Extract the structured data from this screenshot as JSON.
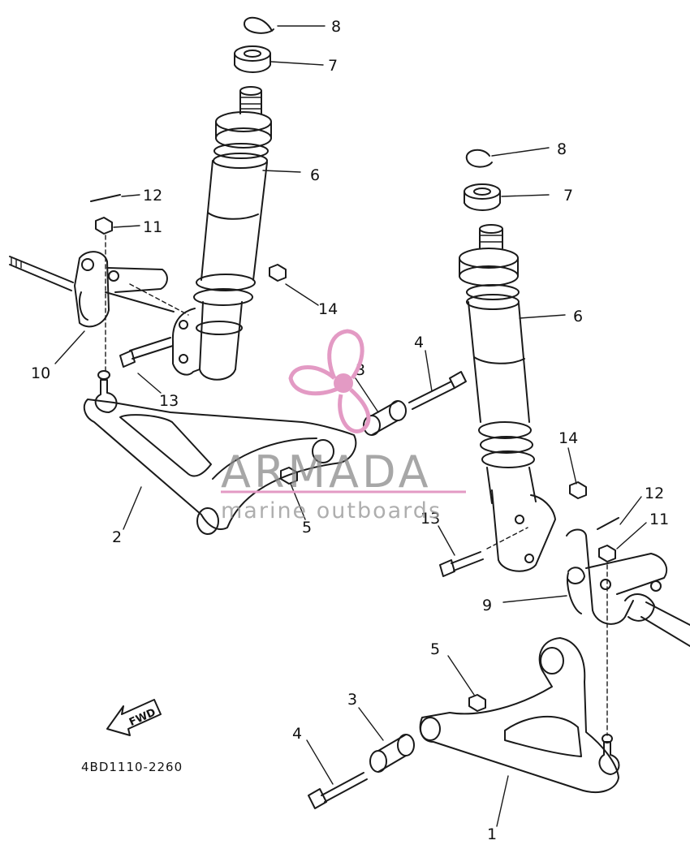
{
  "diagram": {
    "code": "4BD1110-2260",
    "fwd_label": "FWD",
    "callouts": {
      "c1": "1",
      "c2": "2",
      "c3a": "3",
      "c3b": "3",
      "c4a": "4",
      "c4b": "4",
      "c5a": "5",
      "c5b": "5",
      "c6a": "6",
      "c6b": "6",
      "c7a": "7",
      "c7b": "7",
      "c8a": "8",
      "c8b": "8",
      "c9": "9",
      "c10": "10",
      "c11a": "11",
      "c11b": "11",
      "c12a": "12",
      "c12b": "12",
      "c13a": "13",
      "c13b": "13",
      "c14a": "14",
      "c14b": "14"
    }
  },
  "watermark": {
    "title": "ARMADA",
    "subtitle": "marine outboards",
    "logo_color": "#e39ac4",
    "line_color": "#e39ac4",
    "icon": "propeller-logo-icon"
  }
}
